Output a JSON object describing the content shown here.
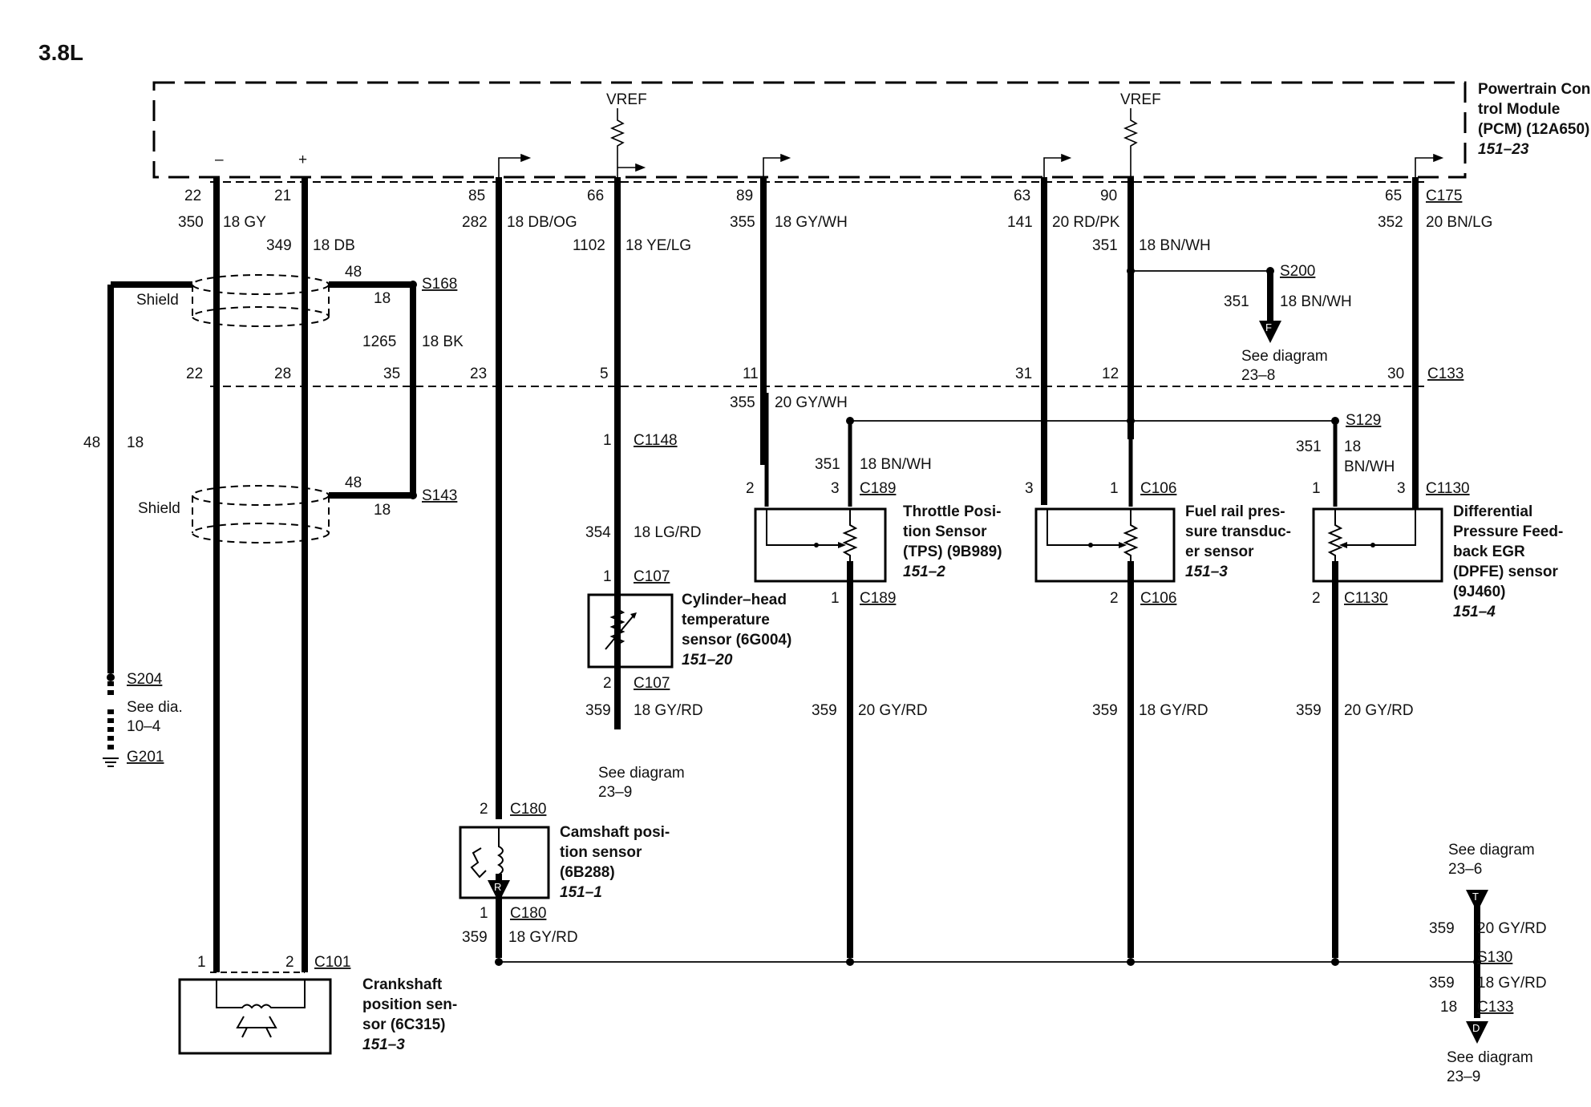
{
  "title": "3.8L",
  "pcm": {
    "name_lines": [
      "Powertrain Con-",
      "trol Module",
      "(PCM) (12A650)"
    ],
    "ref": "151–23",
    "minus": "–",
    "plus": "+",
    "vref": "VREF"
  },
  "top_pins": {
    "p22": "22",
    "p21": "21",
    "p85": "85",
    "p66": "66",
    "p89": "89",
    "p63": "63",
    "p90": "90",
    "p65": "65",
    "c175": "C175"
  },
  "wires_top": {
    "w350": "350",
    "w350c": "18 GY",
    "w349": "349",
    "w349c": "18 DB",
    "w282": "282",
    "w282c": "18 DB/OG",
    "w1102": "1102",
    "w1102c": "18 YE/LG",
    "w355": "355",
    "w355c": "18 GY/WH",
    "w141": "141",
    "w141c": "20 RD/PK",
    "w351": "351",
    "w351c": "18 BN/WH",
    "w352": "352",
    "w352c": "20 BN/LG"
  },
  "shield_upper": {
    "label": "Shield",
    "w48": "48",
    "g18": "18",
    "splice": "S168",
    "w1265": "1265",
    "w1265c": "18 BK"
  },
  "s200": {
    "splice": "S200",
    "wire": "351",
    "color": "18 BN/WH",
    "arrow": "F",
    "see": "See diagram",
    "ref": "23–8"
  },
  "c133_pins": {
    "p22": "22",
    "p28": "28",
    "p35": "35",
    "p23": "23",
    "p5": "5",
    "p11": "11",
    "p31": "31",
    "p12": "12",
    "p30": "30",
    "label": "C133"
  },
  "ground_branch": {
    "w48": "48",
    "g18": "18",
    "splice": "S204",
    "see": "See dia.",
    "ref": "10–4",
    "ground": "G201"
  },
  "shield_lower": {
    "label": "Shield",
    "w48": "48",
    "g18": "18",
    "splice": "S143"
  },
  "cht": {
    "pin1": "1",
    "c1148": "C1148",
    "w354": "354",
    "w354c": "18 LG/RD",
    "pin1b": "1",
    "c107a": "C107",
    "pin2": "2",
    "c107b": "C107",
    "w359": "359",
    "w359c": "18 GY/RD",
    "name_lines": [
      "Cylinder–head",
      "temperature",
      "sensor (6G004)"
    ],
    "ref": "151–20",
    "arrow": "R",
    "see": "See diagram",
    "see_ref": "23–9"
  },
  "tps": {
    "w355": "355",
    "w355c": "20 GY/WH",
    "w351": "351",
    "w351c": "18 BN/WH",
    "pin2": "2",
    "pin3": "3",
    "c189a": "C189",
    "pin1": "1",
    "c189b": "C189",
    "name_lines": [
      "Throttle Posi-",
      "tion Sensor",
      "(TPS) (9B989)"
    ],
    "ref": "151–2",
    "w359": "359",
    "w359c": "20 GY/RD"
  },
  "frp": {
    "pin3": "3",
    "pin1": "1",
    "c106a": "C106",
    "pin2": "2",
    "c106b": "C106",
    "name_lines": [
      "Fuel rail pres-",
      "sure transduc-",
      "er sensor"
    ],
    "ref": "151–3",
    "w359": "359",
    "w359c": "18 GY/RD"
  },
  "dpfe": {
    "splice": "S129",
    "w351": "351",
    "w351c1": "18",
    "w351c2": "BN/WH",
    "pin1": "1",
    "pin3": "3",
    "c1130a": "C1130",
    "pin2": "2",
    "c1130b": "C1130",
    "name_lines": [
      "Differential",
      "Pressure Feed-",
      "back EGR",
      "(DPFE) sensor",
      "(9J460)"
    ],
    "ref": "151–4",
    "w359": "359",
    "w359c": "20 GY/RD"
  },
  "cmp": {
    "pin2": "2",
    "c180a": "C180",
    "pin1": "1",
    "c180b": "C180",
    "w359": "359",
    "w359c": "18 GY/RD",
    "name_lines": [
      "Camshaft posi-",
      "tion sensor",
      "(6B288)"
    ],
    "ref": "151–1"
  },
  "ckp": {
    "pin1": "1",
    "pin2": "2",
    "c101": "C101",
    "name_lines": [
      "Crankshaft",
      "position sen-",
      "sor (6C315)"
    ],
    "ref": "151–3"
  },
  "right_ground": {
    "see_top": "See diagram",
    "ref_top": "23–6",
    "arrow_top": "T",
    "w359a": "359",
    "w359ac": "20 GY/RD",
    "splice": "S130",
    "w359b": "359",
    "w359bc": "18 GY/RD",
    "g18": "18",
    "c133": "C133",
    "arrow_bottom": "D",
    "see_bottom": "See diagram",
    "ref_bottom": "23–9"
  }
}
